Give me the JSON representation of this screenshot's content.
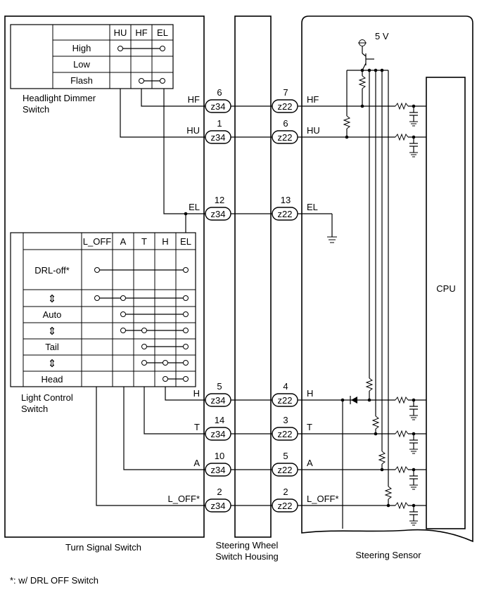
{
  "supply": {
    "label": "5 V"
  },
  "cpu": {
    "label": "CPU"
  },
  "dimmer": {
    "name_line1": "Headlight Dimmer",
    "name_line2": "Switch",
    "headers": [
      "HU",
      "HF",
      "EL"
    ],
    "rows": [
      "High",
      "Low",
      "Flash"
    ]
  },
  "light_control": {
    "name_line1": "Light Control",
    "name_line2": "Switch",
    "headers": [
      "L_OFF",
      "A",
      "T",
      "H",
      "EL"
    ],
    "rows": [
      "DRL-off*",
      "⇕",
      "Auto",
      "⇕",
      "Tail",
      "⇕",
      "Head"
    ]
  },
  "connectors": {
    "left": "z34",
    "right": "z22"
  },
  "signals": [
    {
      "name": "HF",
      "left_pin": "6",
      "right_pin": "7",
      "left_label": "HF",
      "right_label": "HF"
    },
    {
      "name": "HU",
      "left_pin": "1",
      "right_pin": "6",
      "left_label": "HU",
      "right_label": "HU"
    },
    {
      "name": "EL",
      "left_pin": "12",
      "right_pin": "13",
      "left_label": "EL",
      "right_label": "EL"
    },
    {
      "name": "H",
      "left_pin": "5",
      "right_pin": "4",
      "left_label": "H",
      "right_label": "H"
    },
    {
      "name": "T",
      "left_pin": "14",
      "right_pin": "3",
      "left_label": "T",
      "right_label": "T"
    },
    {
      "name": "A",
      "left_pin": "10",
      "right_pin": "5",
      "left_label": "A",
      "right_label": "A"
    },
    {
      "name": "L_OFF",
      "left_pin": "2",
      "right_pin": "2",
      "left_label": "L_OFF*",
      "right_label": "L_OFF*"
    }
  ],
  "components": {
    "turn_signal": "Turn Signal Switch",
    "housing_line1": "Steering Wheel",
    "housing_line2": "Switch Housing",
    "sensor": "Steering Sensor"
  },
  "footnote": "*: w/ DRL OFF Switch"
}
